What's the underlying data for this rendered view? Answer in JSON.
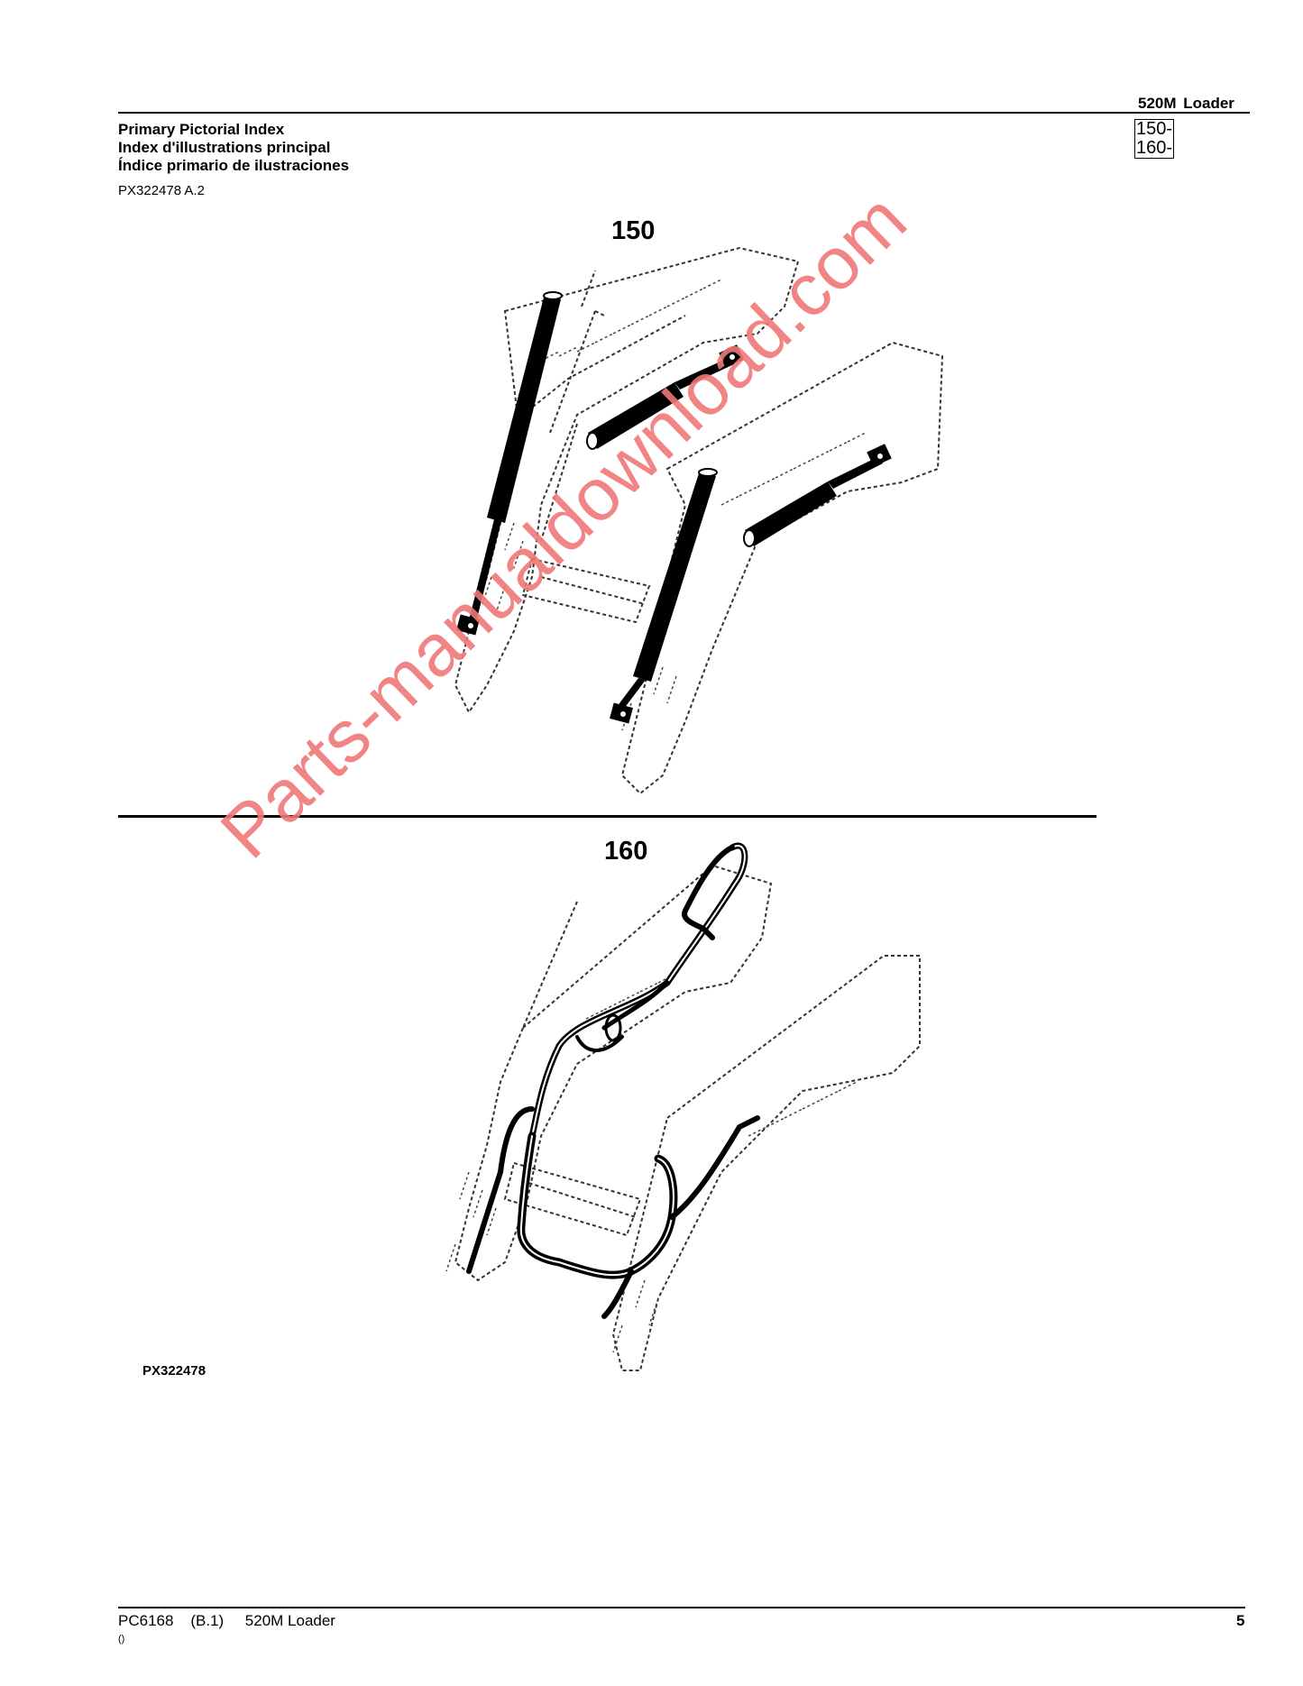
{
  "header": {
    "model_title": "520M  Loader",
    "titles": [
      "Primary Pictorial Index",
      "Index d'illustrations principal",
      "Índice primario de ilustraciones"
    ],
    "reference_code": "PX322478 A.2",
    "section_index": [
      "150-",
      "160-"
    ]
  },
  "figures": [
    {
      "label": "150",
      "description": "Loader boom with lift and bucket hydraulic cylinders"
    },
    {
      "label": "160",
      "description": "Loader boom with hydraulic hose routing"
    }
  ],
  "illustration_code": "PX322478",
  "watermark": {
    "text": "Parts-manualdownload.com",
    "color": "#f07878"
  },
  "footer": {
    "publication": "PC6168",
    "revision": "(B.1)",
    "model": "520M Loader",
    "line": "PC6168    (B.1)     520M Loader",
    "sub": "()",
    "page_number": "5"
  },
  "colors": {
    "ink": "#000000",
    "paper": "#ffffff",
    "dashed_outline": "#333333"
  }
}
